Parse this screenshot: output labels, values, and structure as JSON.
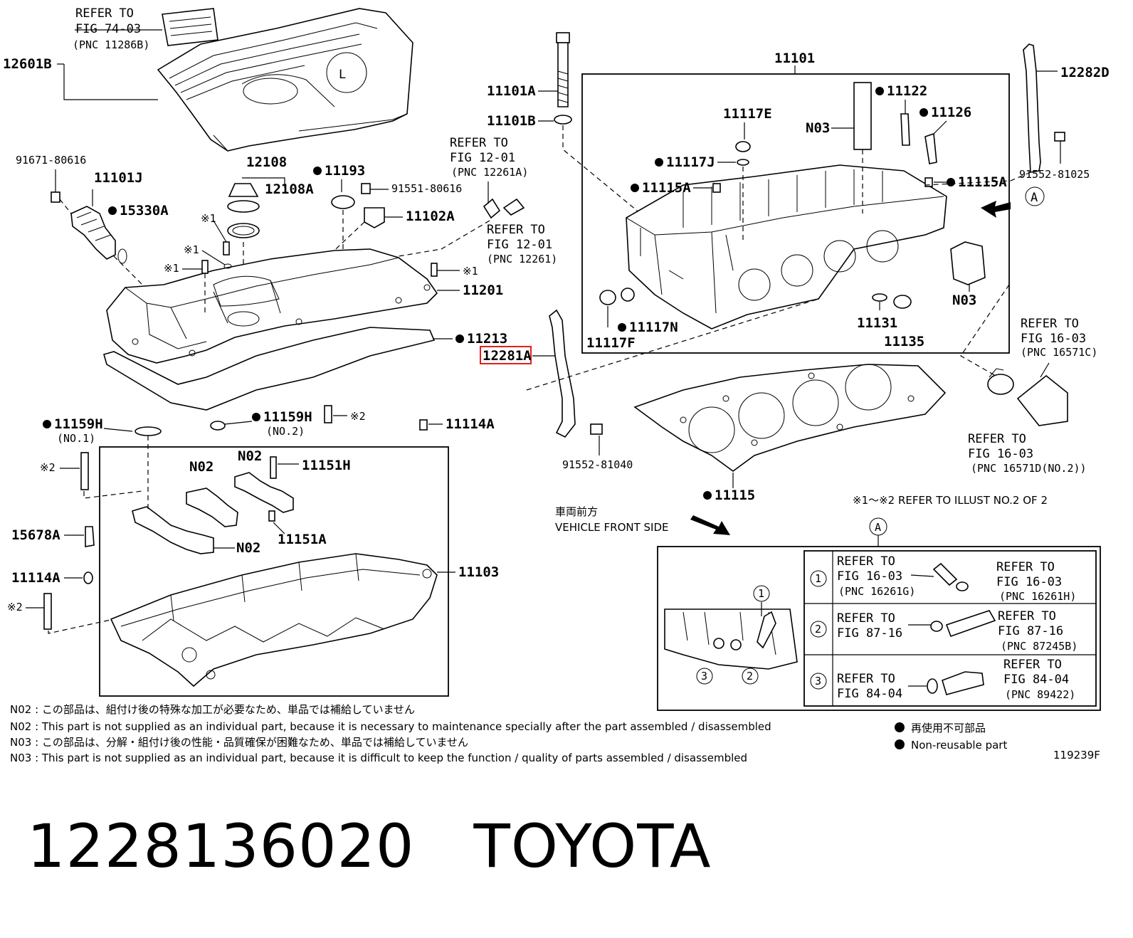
{
  "labels": {
    "p12601b": "12601B",
    "refer7403_1": "REFER TO",
    "refer7403_2": "FIG 74-03",
    "refer7403_3": "(PNC 11286B)",
    "p91671": "91671-80616",
    "p11101j": "11101J",
    "p15330a": "15330A",
    "p12108": "12108",
    "p12108a": "12108A",
    "p11193": "11193",
    "p91551": "91551-80616",
    "p11102a": "11102A",
    "refer1201a_1": "REFER TO",
    "refer1201a_2": "FIG 12-01",
    "refer1201a_3": "(PNC 12261A)",
    "refer1201b_1": "REFER TO",
    "refer1201b_2": "FIG 12-01",
    "refer1201b_3": "(PNC 12261)",
    "p11101a": "11101A",
    "p11101b": "11101B",
    "p11101": "11101",
    "p11117e": "11117E",
    "p11117j": "11117J",
    "p11115a_l": "11115A",
    "p11115a_r": "11115A",
    "p11122": "11122",
    "p11126": "11126",
    "pn03_top": "N03",
    "pn03_r": "N03",
    "p12282d": "12282D",
    "p91552_81025": "91552-81025",
    "p11201": "11201",
    "p11213": "11213",
    "p12281a": "12281A",
    "p11117n": "11117N",
    "p11117f": "11117F",
    "p11131": "11131",
    "p11135": "11135",
    "refer1603a_1": "REFER TO",
    "refer1603a_2": "FIG 16-03",
    "refer1603a_3": "(PNC 16571C)",
    "refer1603b_1": "REFER TO",
    "refer1603b_2": "FIG 16-03",
    "refer1603b_3": "(PNC 16571D(NO.2))",
    "p91552_81040": "91552-81040",
    "p11115": "11115",
    "p11159h_1": "11159H",
    "no1": "(NO.1)",
    "p11159h_2": "11159H",
    "no2": "(NO.2)",
    "mark2_a": "※2",
    "p11114a_t": "11114A",
    "mark2_b": "※2",
    "pn02_a": "N02",
    "pn02_b": "N02",
    "pn02_c": "N02",
    "p11151h": "11151H",
    "p11151a": "11151A",
    "p15678a": "15678A",
    "p11114a_l": "11114A",
    "mark2_c": "※2",
    "p11103": "11103",
    "mark1_a": "※1",
    "mark1_b": "※1",
    "mark1_c": "※1",
    "mark1_d": "※1",
    "refer_illust": "※1～※2  REFER TO ILLUST NO.2 OF 2",
    "front_jp": "車両前方",
    "front_en": "VEHICLE FRONT SIDE",
    "callout_a": "A",
    "callout_a2": "A",
    "row1_c": "1",
    "row1_l1": "REFER TO",
    "row1_l2": "FIG 16-03",
    "row1_l3": "(PNC 16261G)",
    "row1_r1": "REFER TO",
    "row1_r2": "FIG 16-03",
    "row1_r3": "(PNC 16261H)",
    "row2_c": "2",
    "row2_l1": "REFER TO",
    "row2_l2": "FIG 87-16",
    "row2_r1": "REFER TO",
    "row2_r2": "FIG 87-16",
    "row2_r3": "(PNC 87245B)",
    "row3_c": "3",
    "row3_l1": "REFER TO",
    "row3_l2": "FIG 84-04",
    "row3_r1": "REFER TO",
    "row3_r2": "FIG 84-04",
    "row3_r3": "(PNC 89422)",
    "detail_c1": "1",
    "detail_c2": "2",
    "detail_c3": "3",
    "logo": "L"
  },
  "notes": {
    "n02_jp": "N02 : この部品は、組付け後の特殊な加工が必要なため、単品では補給していません",
    "n02_en": "N02 : This part is not supplied as an individual part, because it is necessary to maintenance specially after the part assembled / disassembled",
    "n03_jp": "N03 : この部品は、分解・組付け後の性能・品質確保が困難なため、単品では補給していません",
    "n03_en": "N03 : This part is not supplied as an individual part, because it is difficult to keep the function / quality of parts  assembled / disassembled"
  },
  "legend": {
    "jp": "再使用不可部品",
    "en": "Non-reusable part"
  },
  "figure_id": "119239F",
  "footer": {
    "part_number": "1228136020",
    "brand": "TOYOTA"
  },
  "colors": {
    "highlight": "#e0201a",
    "ink": "#000000"
  }
}
